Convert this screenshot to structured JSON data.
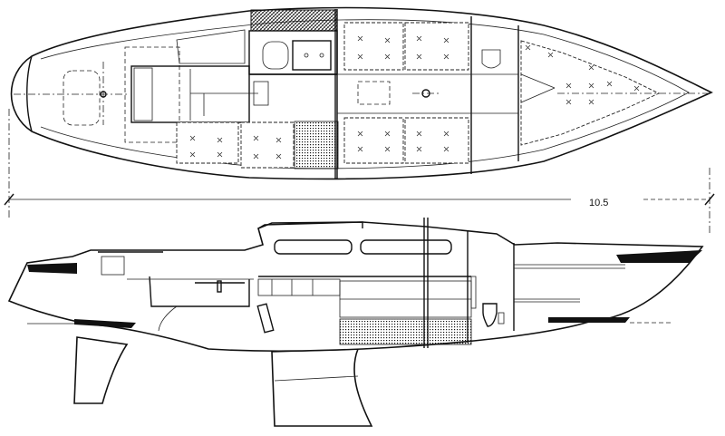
{
  "drawing": {
    "type": "sailboat accommodation plan",
    "views": [
      {
        "name": "plan-view",
        "description": "Top-down interior layout"
      },
      {
        "name": "profile-view",
        "description": "Side section with keel and rudder"
      }
    ],
    "dimension": {
      "label": "10.5"
    },
    "colors": {
      "line": "#111111",
      "background": "#ffffff"
    }
  }
}
